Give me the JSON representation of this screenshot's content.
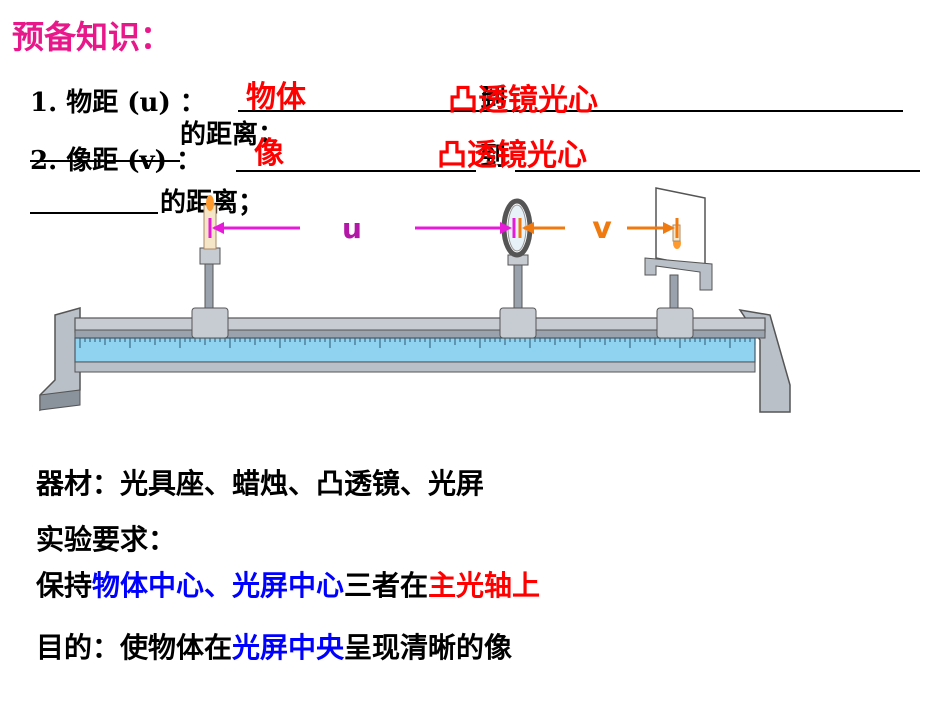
{
  "title": "预备知识：",
  "q1": {
    "label": "1. 物距 (u) ：",
    "answer1": "物体",
    "answer2": "凸透镜光心",
    "connector": "到",
    "tail": "的距离；"
  },
  "q2": {
    "label": "2. 像距 (v) ：",
    "answer1": "像",
    "answer2": "凸透镜光心",
    "connector": "到",
    "tail": "的距离；"
  },
  "diagram": {
    "u_label": "u",
    "v_label": "v",
    "colors": {
      "u_arrow": "#e81ad9",
      "v_arrow": "#f07a0f",
      "rail": "#8fd3f0",
      "metal": "#9aa3ad"
    }
  },
  "equipment": "器材：光具座、蜡烛、凸透镜、光屏",
  "requirement_heading": "实验要求：",
  "requirement": {
    "p1": "保持",
    "p2": "物体中心、光屏中心",
    "p3": "三者在",
    "p4": "主光轴上"
  },
  "purpose": {
    "p1": "目的：使物体在",
    "p2": "光屏中央",
    "p3": "呈现清晰的像"
  }
}
